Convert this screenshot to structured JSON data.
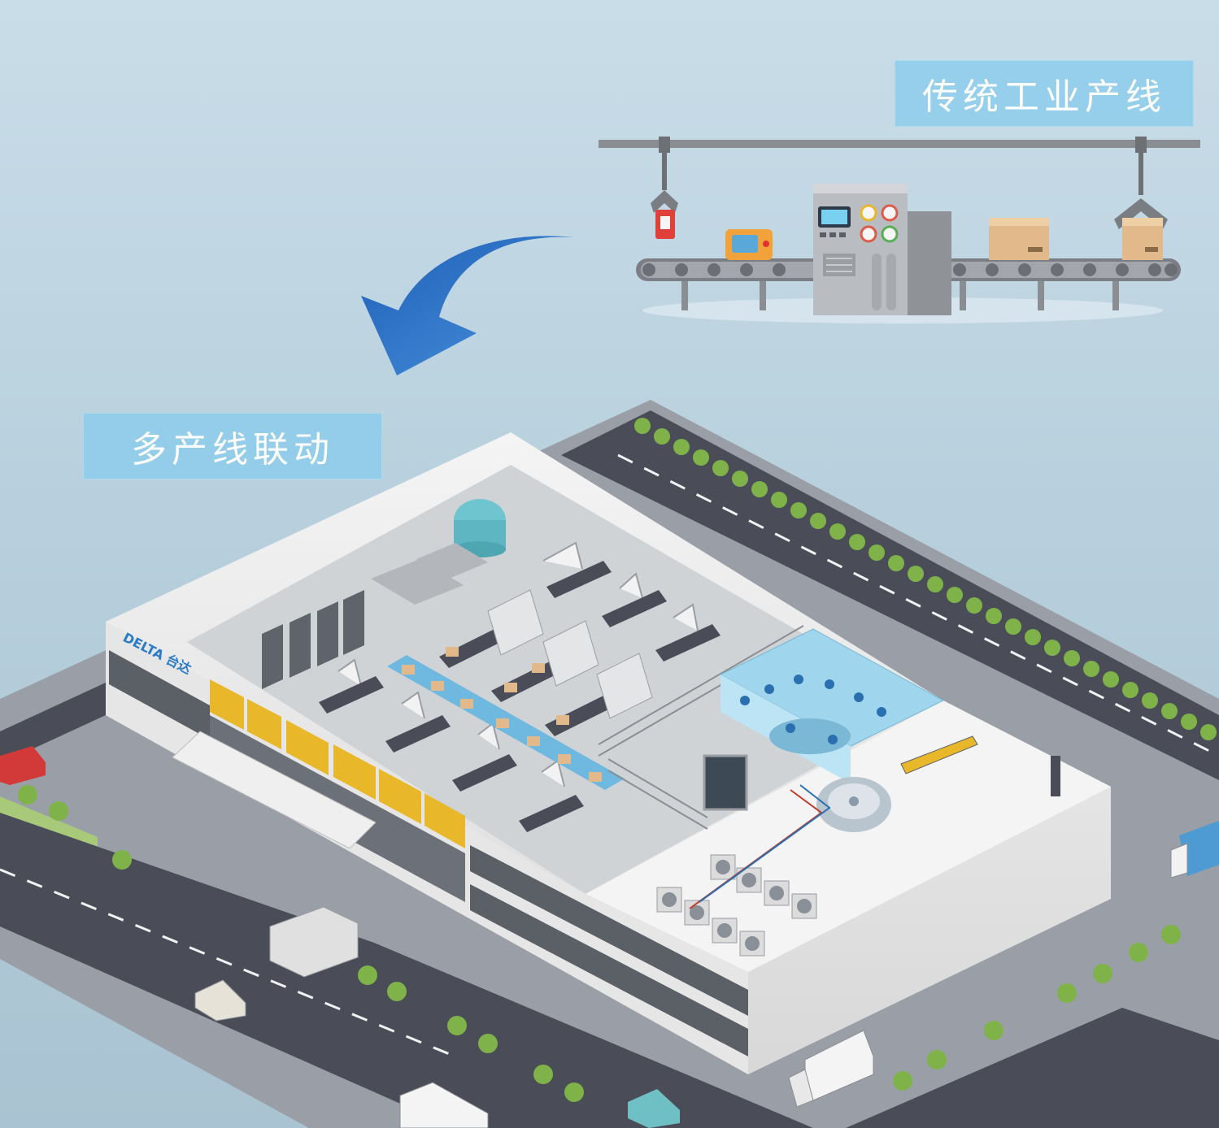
{
  "labels": {
    "traditional_line": "传统工业产线",
    "multi_line": "多产线联动"
  },
  "building_sign": "DELTA 台达",
  "colors": {
    "background": "#bcd3df",
    "label_fill": "#8ccdeb",
    "arrow": "#2f6fbf",
    "road": "#4a4d57",
    "grass": "#9cc26a",
    "tree": "#7fb34a",
    "building_wall": "#ececec",
    "floor": "#cfd3d6",
    "glass_yellow": "#e8b82a",
    "control_room": "#9fd6ee"
  },
  "icons": [
    "gripper-icon",
    "conveyor-icon",
    "control-panel-icon",
    "box-icon",
    "arrow-icon",
    "robot-arm-icon",
    "truck-icon",
    "car-icon",
    "tree-icon",
    "hvac-fan-icon",
    "storage-tank-icon"
  ]
}
